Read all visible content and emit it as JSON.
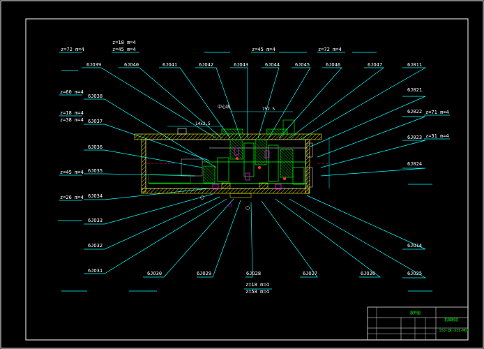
{
  "colors": {
    "background": "#000000",
    "frame": "#ffffff",
    "leader": "#00ffff",
    "label": "#ffffff",
    "note": "#00ff00",
    "hatch": "#ffff00",
    "part": "#00ff00",
    "accent": "#ff00ff",
    "red": "#ff3333"
  },
  "title_block": {
    "drawing_name": "展开图",
    "school": "机械制造",
    "drawing_number": "SSJ-ZK-XII-M01"
  },
  "dimensions": {
    "overall": "752.5",
    "left_span": "14x2.5",
    "center_mark": "中心线"
  },
  "gear_specs": {
    "top_72_left": "z=72  m=4",
    "top_18": "z=18  m=4",
    "top_45_a": "z=45  m=4",
    "top_45_b": "z=45  m=4",
    "top_72_right": "z=72  m=4",
    "left_60": "z=60  m=4",
    "left_18": "z=18  m=4",
    "left_38": "z=38  m=4",
    "left_45": "z=45  m=4",
    "left_26": "z=26  m=4",
    "right_71": "z=71  m=4",
    "right_31": "z=31  m=4",
    "bottom_18": "z=18  m=4",
    "bottom_58": "z=58  m=4"
  },
  "part_labels": {
    "p6JO39": "6JO39",
    "p6JO40": "6JO40",
    "p6JO41": "6JO41",
    "p6JO42": "6JO42",
    "p6JO43": "6JO43",
    "p6JO44": "6JO44",
    "p6JO45": "6JO45",
    "p6JO46": "6JO46",
    "p6JO47": "6JO47",
    "p6J011": "6J011",
    "p6J021": "6J021",
    "p6J022": "6J022",
    "p6J023": "6J023",
    "p6J024": "6J024",
    "p6JO38": "6JO38",
    "p6JO37": "6JO37",
    "p6JO36": "6JO36",
    "p6JO35": "6JO35",
    "p6JO34": "6JO34",
    "p6JO33": "6JO33",
    "p6JO32": "6JO32",
    "p6JO31": "6JO31",
    "p6JO30": "6JO30",
    "p6JO29": "6JO29",
    "p6JO28": "6JO28",
    "p6JO27": "6JO27",
    "p6JO26": "6JO26",
    "p6JO25": "6JO25",
    "p6JO14": "6JO14"
  }
}
